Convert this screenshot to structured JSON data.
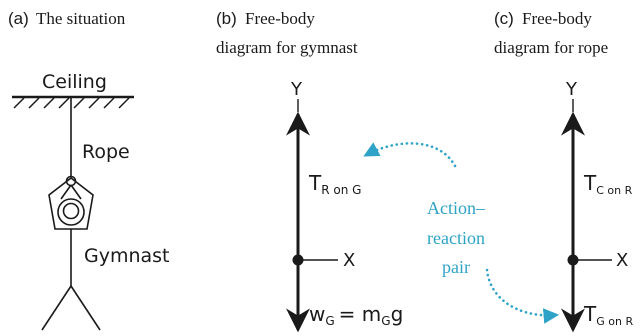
{
  "panels": {
    "a": {
      "letter": "(a)",
      "title": "The situation"
    },
    "b": {
      "letter": "(b)",
      "title_line1": "Free-body",
      "title_line2": "diagram for gymnast"
    },
    "c": {
      "letter": "(c)",
      "title_line1": "Free-body",
      "title_line2": "diagram for rope"
    }
  },
  "situation": {
    "ceiling_label": "Ceiling",
    "rope_label": "Rope",
    "gymnast_label": "Gymnast"
  },
  "gymnast_fbd": {
    "y_label": "Y",
    "x_label": "X",
    "tension": {
      "main": "T",
      "sub": "R on G"
    },
    "weight": {
      "main": "w",
      "sub": "G",
      "equals": "= m",
      "sub2": "G",
      "tail": "g"
    }
  },
  "rope_fbd": {
    "y_label": "Y",
    "x_label": "X",
    "tension_ceiling": {
      "main": "T",
      "sub": "C on R"
    },
    "tension_gymnast": {
      "main": "T",
      "sub": "G on R"
    }
  },
  "annotation": {
    "line1": "Action–",
    "line2": "reaction",
    "line3": "pair"
  },
  "colors": {
    "ink": "#1a1a1a",
    "annotation_blue": "#2fa3c7"
  }
}
